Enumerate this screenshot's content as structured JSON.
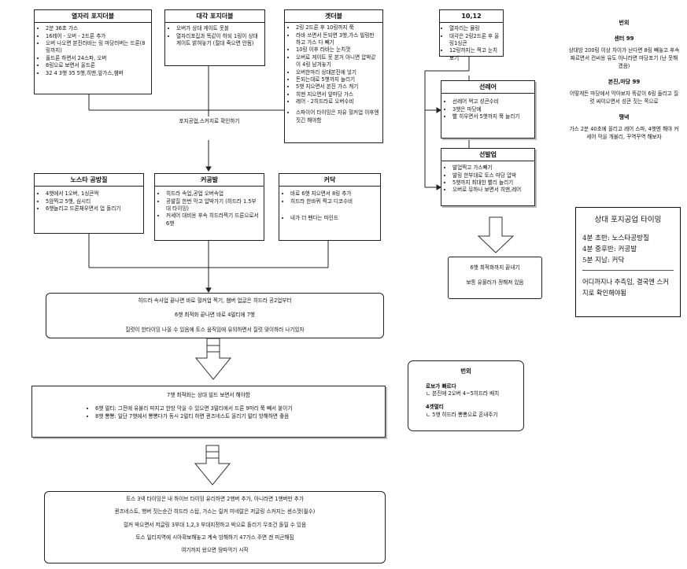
{
  "boxes": {
    "yeoljari": {
      "title": "열자리 포지더블",
      "items": [
        "2분 36초 가스",
        "16레어 - 오버 - 2드론 추가",
        "오버 나오면 본진라바는 링 마당러버는 드론(8링까지)",
        "풀드론 하면서 24스파, 오버",
        "8링으로 보면서 울드론",
        "32 4 3햇 35 5햇,히맨,앞가스,챔버"
      ]
    },
    "daegak": {
      "title": "대각 포지더블",
      "items": [
        "오버가 상대 게이트 못볼",
        "열자리포집과 똑같이 하되 1링이 상대 게이트 밝혀놓기 (절대 죽으면 안됨)"
      ]
    },
    "gatdeobul": {
      "title": "겟더블",
      "items": [
        "2링 2드론 후 10링까지 쭉",
        "라바 쓰면서 돈되면 3햇,가스 빌링만 하고 가스 다 빼기",
        "10링 이후 라바는 눈치껏",
        "오버로 게이트 못 본거 아니면 압박같이 4링 남겨놓기",
        "오버한마리 상대본진에 넣기",
        "돈되는대로 5햇까지 늘리기",
        "5햇 지으면서 본진 가스 캐기",
        "히맨 지으면서 앞마당 가스",
        "레어 - 2히드라로 오버수비"
      ],
      "extra": "스파이어 타이밍은 자유 혈커업 이후엔 짓긴 해야함"
    },
    "ten12": {
      "title": "10,12",
      "items": [
        "열자리는 뮬링",
        "대각은 2링2드론 후 울링1싱큰",
        "12링까지는 쩍고 눈치보기"
      ]
    },
    "seonlair": {
      "title": "선레어",
      "items": [
        "선레어 쩍고 성큰수비",
        "3햇은 마당에",
        "빨 히우면서 5햇까지 쭉 늘리기"
      ]
    },
    "seonbalup": {
      "title": "선발업",
      "items": [
        "발업찍고 가스빼기",
        "발링 한부대로 토스 마당 압박",
        "5햇까지 최대한 빨리 늘리기",
        "오버로 뮤하나 보면서 히맨,레어"
      ]
    },
    "nostar": {
      "title": "노스타 공방질",
      "items": [
        "4햇에서 1오버, 1싱큰쩍",
        "5암찍고 5햇, 심시티",
        "6햇늘리고 드론채우면서 업 돌리기"
      ]
    },
    "kgongbal": {
      "title": "커공발",
      "items": [
        "히드라 속업,공업 오버속업",
        "공발질 한번 막고 압박가기 (히드라 1.5부대 타이밍)",
        "커세어 대비용 후속 히드라찍기 드론으로서 6햇"
      ]
    },
    "kadak": {
      "title": "커닥",
      "items": [
        "바로 6햇 지으면서 8링 추가",
        "히드라 한바퀴 찍고 디코수비",
        "내가 더 팬다는 마인드"
      ]
    }
  },
  "captions": {
    "forge": "포지공업,스커지로 확인하기",
    "six_hat": "6햇 최적화까지 끝내기\n\n보통 유물러가 정해져 있음"
  },
  "big1": [
    "히드라 속사업 끝나면 바로 혈커업 찍기, 챔버 업글은 히드라 공2업부터",
    "6햇 최적화 끝나면 바로 4멀티에 7햇",
    "질럿이 한타이밍 나올 수 있음에 토스 움직임에 유의하면서 질럿 맞이하러 나기있자"
  ],
  "big2": {
    "head": "7햇 최적화는 상대 빌드 보면서 해야함",
    "items": [
      "6햇 멀티: 그전에 유불리 따지고 한방 막을 수 있으면 3멀티에서 드론 9마리 쭉 빼서 붙이기",
      "8햇 뽕뽕: 일단 7햇에서 뽕뽕다가 동시 2멀티 하면 퀸즈네스트 올리기 멀티 방해하면 좋음"
    ]
  },
  "big3": [
    "토스 3넥 타이밍은 내 하이브 타이밍 유리하면 2행버 추가, 아니라면 1행버만 추가",
    "퀸즈네스트, 행버 짓는순간 히드라 스탑, 가스는 릴커 미네랄은 저글링 스커지는 센스껏(필수)",
    "럴커 박으면서 저글링 3부대 1,2,3 부대지정하고 박으로 돌리기 무조건 돌릴 수 있음",
    "토스 일티지역에 시아확보해놓고 계속 방해하기 47가스 주면 겐 피곤해짐",
    "여기까지 왔으면 땅따먹기 시작"
  ],
  "notes_top": {
    "title": "번외",
    "s1": "센터 99",
    "t1": "상대방 200링 이상 차이가 난다면 8링 빼놓고 후속 짜르면서 컨씨용 유도 아니라면 마당포기 (난 못해겠음)",
    "s2": "본진,마당 99",
    "t2": "어떻게든 마당에서 막아보자 똑같이 6링 들리고 질럿 싸이으면서 성큰 짓는 쪽으로",
    "s3": "땡녁",
    "t3": "가스 2분 40초에 올리고 레어 스파, 4햇엔 해야 커세어 막을 개불리, 꾸역꾸역 해보자"
  },
  "notes_bottom": {
    "title": "번외",
    "s1": "로보가 빠르다",
    "t1": "ㄴ 본진에 2오버 4~5히드라 배치",
    "s2": "4겟멀티",
    "t2": "ㄴ 5햇 히드라 뽕뽕으로 혼내주기"
  },
  "timing": {
    "title": "상대 포지공업 타이밍",
    "lines": [
      "4분 초반: 노스타공방질",
      "4분 중후반: 커공발",
      "5분 지남: 커닥"
    ],
    "footer": "어디까지나 추측임, 결국엔 스커지로 확인해야됨"
  },
  "colors": {
    "line": "#222222",
    "border": "#222222"
  }
}
